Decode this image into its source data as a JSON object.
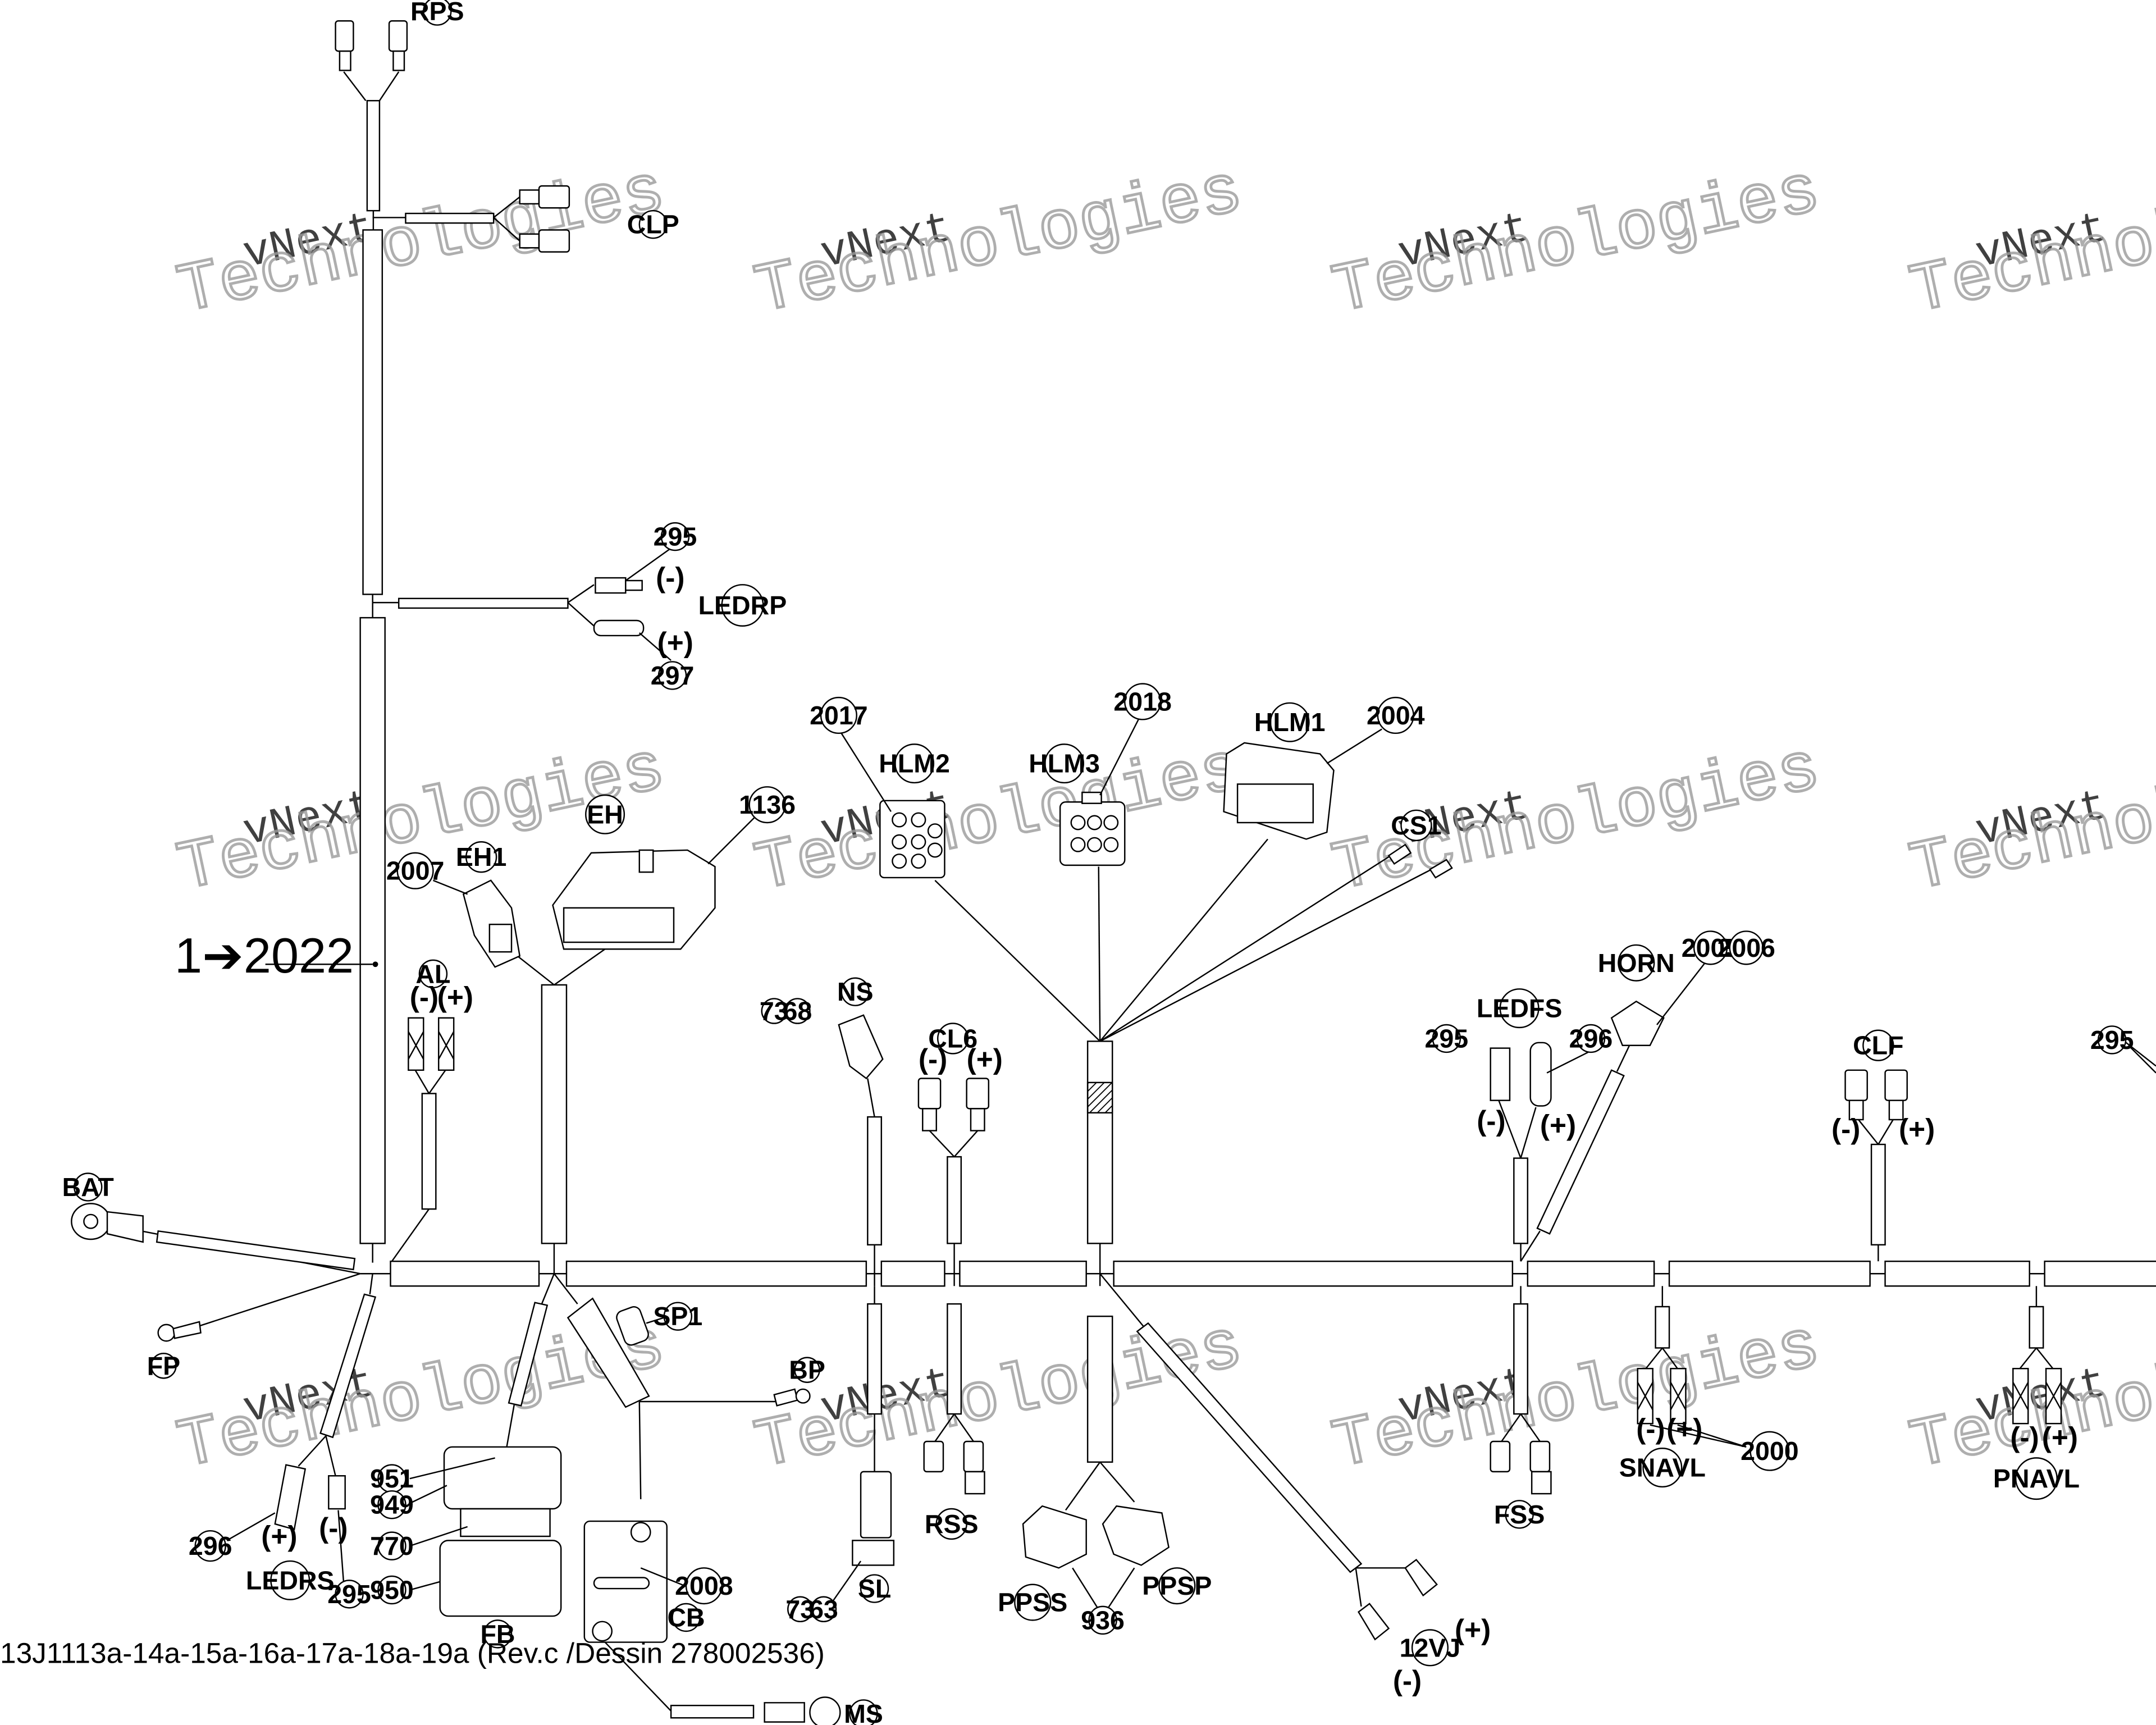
{
  "watermark": {
    "line1": "vNext",
    "line2": "Technologies"
  },
  "footer": "13J1113a-14a-15a-16a-17a-18a-19a (Rev.c /Dessin 278002536)",
  "harness_ref": "1➔2022",
  "polarity": {
    "minus": "(-)",
    "plus": "(+)"
  },
  "tags": {
    "rps": "RPS",
    "clp": "CLP",
    "t295a": "295",
    "ledrp": "LEDRP",
    "t297": "297",
    "t2017": "2017",
    "hlm2": "HLM2",
    "t2018": "2018",
    "hlm3": "HLM3",
    "hlm1": "HLM1",
    "t2004": "2004",
    "eh": "EH",
    "t1136": "1136",
    "eh1": "EH1",
    "t2007": "2007",
    "cs1": "CS1",
    "al": "AL",
    "ns": "NS",
    "t73a": "73",
    "t68": "68",
    "cl6": "CL6",
    "horn": "HORN",
    "t2005": "2005",
    "t2006": "2006",
    "ledfs": "LEDFS",
    "t295b": "295",
    "t296a": "296",
    "clf": "CLF",
    "t295c": "295",
    "bat": "BAT",
    "fp": "FP",
    "sp1": "SP1",
    "bp": "BP",
    "t951": "951",
    "t949": "949",
    "t770": "770",
    "t950": "950",
    "fb": "FB",
    "t296b": "296",
    "ledrs": "LEDRS",
    "t295d": "295",
    "t2008": "2008",
    "cb": "CB",
    "ms": "MS",
    "t73b": "73",
    "t63": "63",
    "sl": "SL",
    "rss": "RSS",
    "ppss": "PPSS",
    "t936": "936",
    "ppsp": "PPSP",
    "t12vj": "12VJ",
    "fss": "FSS",
    "snavl": "SNAVL",
    "t2000": "2000",
    "pnavl": "PNAVL"
  }
}
